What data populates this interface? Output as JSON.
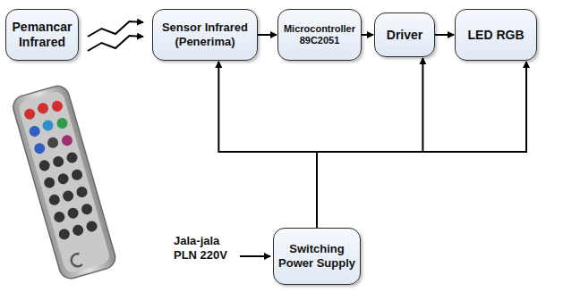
{
  "diagram": {
    "nodes": [
      {
        "text": [
          "Pemancar Infrared"
        ]
      },
      {
        "text": [
          "Sensor Infrared (Penerima)"
        ]
      },
      {
        "text": [
          "Microcontroller 89C2051"
        ]
      },
      {
        "text": [
          "Driver"
        ]
      },
      {
        "text": [
          "LED RGB"
        ]
      },
      {
        "text": [
          "Switching Power Supply"
        ]
      }
    ],
    "edges": [
      {
        "from": 0,
        "to": 1,
        "arrow": "to"
      },
      {
        "from": 1,
        "to": 2,
        "arrow": "to"
      },
      {
        "from": 2,
        "to": 3,
        "arrow": "to"
      },
      {
        "from": 3,
        "to": 4,
        "arrow": "to"
      },
      {
        "from": 5,
        "to": 1,
        "arrow": "to"
      },
      {
        "from": 5,
        "to": 3,
        "arrow": "to"
      },
      {
        "from": 5,
        "to": 4,
        "arrow": "to"
      }
    ],
    "labels": [
      "Jala-jala PLN 220V"
    ]
  }
}
